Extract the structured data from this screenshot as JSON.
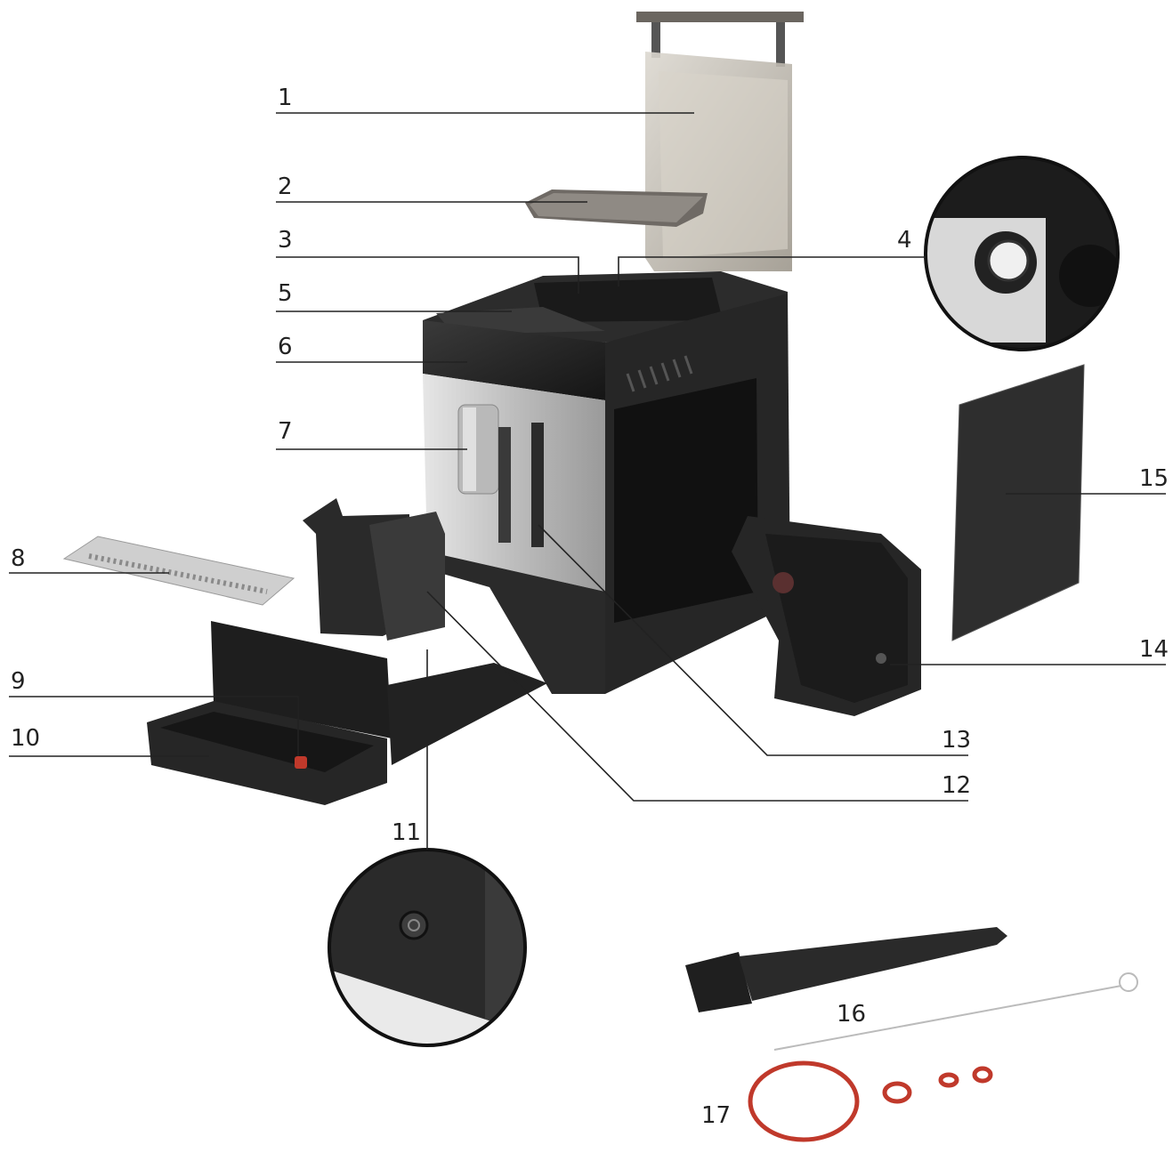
{
  "diagram": {
    "parts": [
      {
        "id": "1",
        "name": "water-tank"
      },
      {
        "id": "2",
        "name": "water-tank-lid-plate"
      },
      {
        "id": "3",
        "name": "bean-hopper"
      },
      {
        "id": "4",
        "name": "grind-adjustment-knob"
      },
      {
        "id": "5",
        "name": "cup-warmer-top"
      },
      {
        "id": "6",
        "name": "control-panel"
      },
      {
        "id": "7",
        "name": "coffee-spout"
      },
      {
        "id": "8",
        "name": "drip-grid"
      },
      {
        "id": "9",
        "name": "float-indicator"
      },
      {
        "id": "10",
        "name": "drip-tray"
      },
      {
        "id": "11",
        "name": "power-button"
      },
      {
        "id": "12",
        "name": "grounds-container"
      },
      {
        "id": "13",
        "name": "steam-wand"
      },
      {
        "id": "14",
        "name": "brewing-unit"
      },
      {
        "id": "15",
        "name": "side-door"
      },
      {
        "id": "16",
        "name": "cleaning-brush"
      },
      {
        "id": "17",
        "name": "seal-rings"
      }
    ]
  },
  "colors": {
    "body": "#2b2b2b",
    "panel_silver": "#c9c9c9",
    "tank": "#bdb8b0",
    "seal": "#c0392b"
  }
}
